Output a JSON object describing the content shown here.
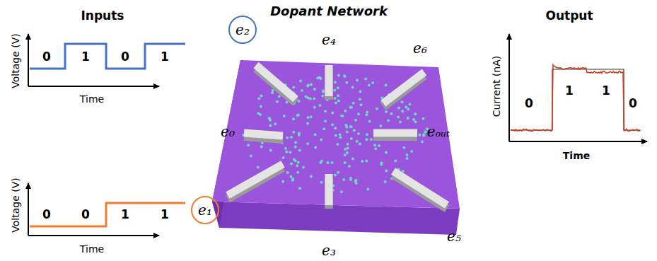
{
  "diagram": {
    "title": "Dopant Network",
    "nodes": [
      {
        "text": [
          "e₂"
        ]
      },
      {
        "text": [
          "e₁"
        ]
      }
    ],
    "labels": [
      "Inputs",
      "Voltage (V)",
      "Time",
      "0",
      "1",
      "0",
      "1",
      "Voltage (V)",
      "Time",
      "0",
      "0",
      "1",
      "1",
      "e₄",
      "e₆",
      "e₀",
      "eₒᵤₜ",
      "e₃",
      "e₅",
      "Output",
      "Current (nA)",
      "Time",
      "0",
      "1",
      "1",
      "0"
    ]
  }
}
